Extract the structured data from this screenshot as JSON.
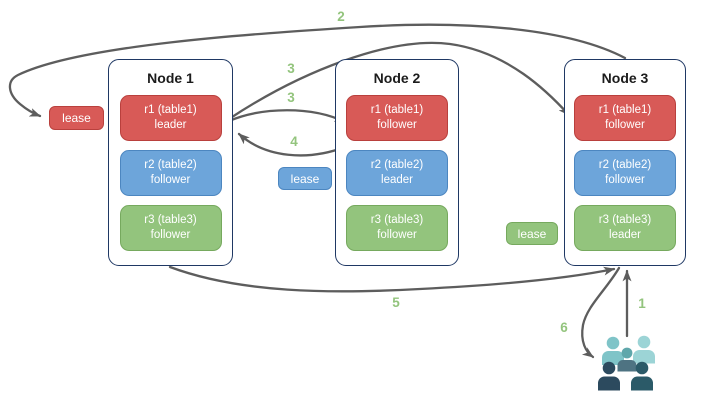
{
  "nodes": [
    {
      "title": "Node 1",
      "replicas": [
        {
          "name": "r1 (table1)",
          "role": "leader",
          "color": "red"
        },
        {
          "name": "r2 (table2)",
          "role": "follower",
          "color": "blue"
        },
        {
          "name": "r3 (table3)",
          "role": "follower",
          "color": "green"
        }
      ]
    },
    {
      "title": "Node 2",
      "replicas": [
        {
          "name": "r1 (table1)",
          "role": "follower",
          "color": "red"
        },
        {
          "name": "r2 (table2)",
          "role": "leader",
          "color": "blue"
        },
        {
          "name": "r3 (table3)",
          "role": "follower",
          "color": "green"
        }
      ]
    },
    {
      "title": "Node 3",
      "replicas": [
        {
          "name": "r1 (table1)",
          "role": "follower",
          "color": "red"
        },
        {
          "name": "r2 (table2)",
          "role": "follower",
          "color": "blue"
        },
        {
          "name": "r3 (table3)",
          "role": "leader",
          "color": "green"
        }
      ]
    }
  ],
  "leases": [
    {
      "color": "red",
      "label": "lease"
    },
    {
      "color": "blue",
      "label": "lease"
    },
    {
      "color": "green",
      "label": "lease"
    }
  ],
  "steps": {
    "s1": "1",
    "s2": "2",
    "s3a": "3",
    "s3b": "3",
    "s4": "4",
    "s5": "5",
    "s6": "6"
  },
  "icons": {
    "users_group": "five-person-user-group"
  },
  "colors": {
    "red": "#d85a57",
    "red-border": "#b9403d",
    "blue": "#6da5da",
    "blue-border": "#4c86c0",
    "green": "#93c47d",
    "green-border": "#76a95e",
    "node-border": "#1f3864",
    "arrow": "#5d5d5d",
    "number": "#93c47d",
    "people-teal": "#7fc4c8",
    "people-light": "#9cd4d6",
    "people-midhead": "#5fa7ab",
    "people-slate": "#4e7382",
    "people-navy": "#2c4a5e",
    "people-darkteal": "#2b5a68"
  }
}
